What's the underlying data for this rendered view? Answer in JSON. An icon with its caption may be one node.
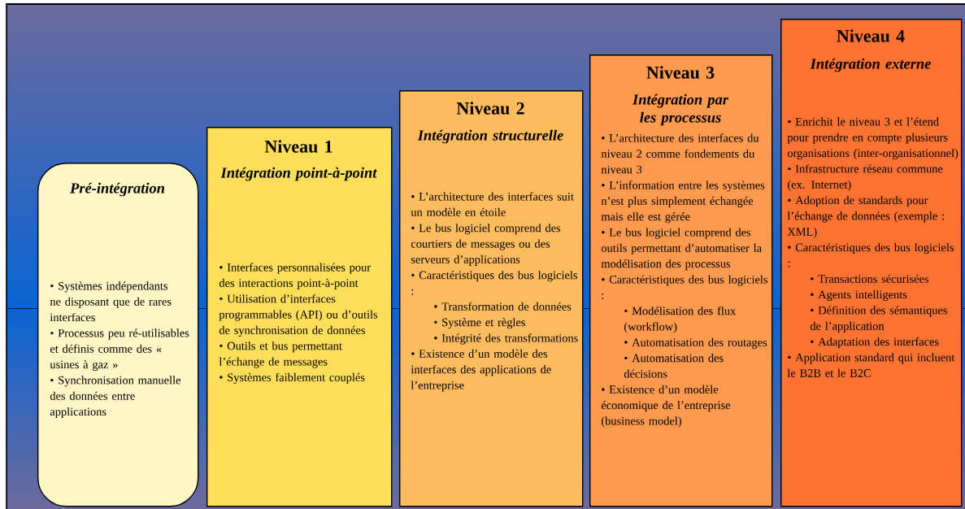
{
  "diagram": {
    "nodes": [
      {
        "text": [
          "Pré-intégration",
          "• Systèmes indépendants ne disposant que de rares interfaces",
          "• Processus peu ré-utilisables et définis comme des « usines à gaz »",
          "• Synchronisation manuelle des données entre applications"
        ]
      },
      {
        "text": [
          "Niveau 1",
          "Intégration point-à-point",
          "• Interfaces personnalisées pour des interactions point-à-point",
          "• Utilisation d’interfaces programmables (API) ou d’outils de synchronisation de données",
          "• Outils et bus permettant l’échange de messages",
          "• Systèmes faiblement couplés"
        ]
      },
      {
        "text": [
          "Niveau 2",
          "Intégration structurelle",
          "• L’architecture des interfaces suit un modèle en étoile",
          "• Le bus logiciel comprend des courtiers de messages ou des serveurs d’applications",
          "• Caractéristiques des bus logiciels :",
          "• Transformation de données",
          "• Système et règles",
          "• Intégrité des transformations",
          "• Existence d’un modèle des interfaces des applications de l’entreprise"
        ]
      },
      {
        "text": [
          "Niveau 3",
          "Intégration par les processus",
          "• L’architecture des interfaces du niveau 2 comme fondements du niveau 3",
          "• L’information entre les systèmes n’est plus simplement échangée mais elle est gérée",
          "• Le bus logiciel comprend des outils permettant d’automatiser la modélisation des processus",
          "• Caractéristiques des bus logiciels :",
          "• Modélisation des flux (workflow)",
          "• Automatisation des routages",
          "• Automatisation des décisions",
          "• Existence d’un modèle économique de l’entreprise (business model)"
        ]
      },
      {
        "text": [
          "Niveau 4",
          "Intégration externe",
          "• Enrichit le niveau 3 et l’étend pour prendre en compte plusieurs organisations (inter-organisationnel)",
          "• Infrastructure réseau commune (ex. Internet)",
          "• Adoption de standards pour l’échange de données (exemple : XML)",
          "• Caractéristiques des bus logiciels :",
          "• Transactions sécurisées",
          "• Agents intelligents",
          "• Définition des sémantiques de l’application",
          "• Adaptation des interfaces",
          "• Application standard qui incluent le B2B et le B2C"
        ]
      }
    ]
  }
}
